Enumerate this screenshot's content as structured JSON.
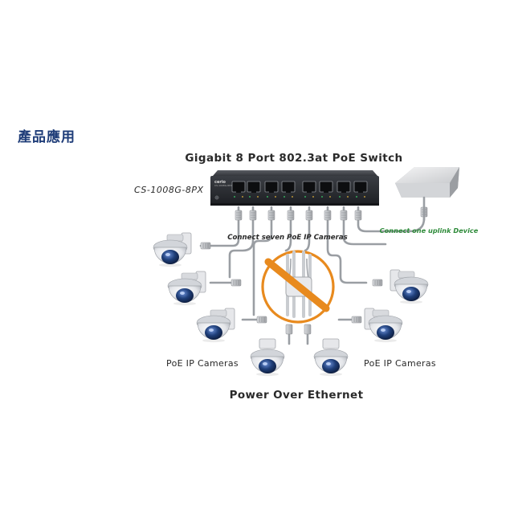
{
  "page": {
    "section_heading": "產品應用"
  },
  "diagram": {
    "title": "Gigabit 8 Port 802.3at PoE Switch",
    "model": "CS-1008G-8PX",
    "switch_brand": "cerio",
    "switch_subtext": "CS-1008G-8PX",
    "cameras_note": "Connect seven PoE IP Cameras",
    "uplink_note": "Connect one uplink Device",
    "left_group_label": "PoE IP Cameras",
    "right_group_label": "PoE IP Cameras",
    "footer": "Power Over Ethernet",
    "port_count": 8,
    "camera_count": 7,
    "colors": {
      "heading": "#1e3c78",
      "text": "#2a2a2a",
      "uplink_text": "#2e8b3a",
      "switch_body": "#26282d",
      "cable": "#9a9ea3",
      "poe_ring": "#e88a1e",
      "poe_slash": "#e88a1e",
      "camera_lens": "#1f3f7a"
    }
  }
}
